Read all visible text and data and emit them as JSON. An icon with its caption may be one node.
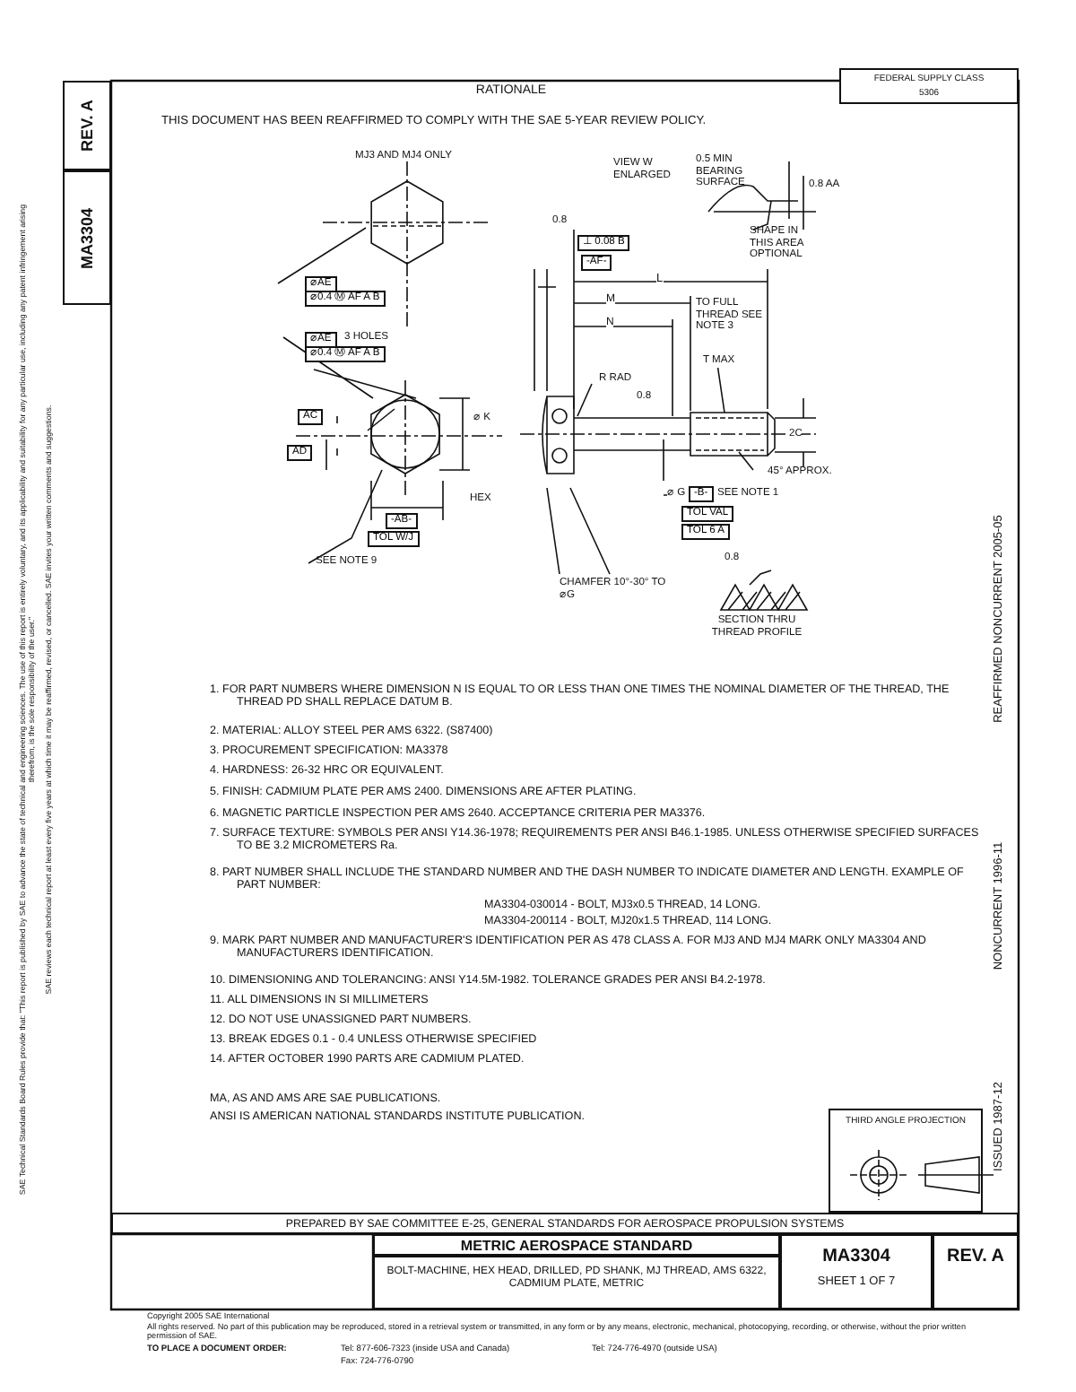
{
  "diagram": {
    "nodes": [
      {
        "text": [
          "REV. A"
        ]
      },
      {
        "text": [
          "MA3304"
        ]
      },
      {
        "text": [
          "FEDERAL SUPPLY CLASS",
          "5306"
        ]
      },
      {
        "text": [
          "THIRD ANGLE PROJECTION"
        ]
      },
      {
        "text": [
          "PREPARED BY SAE COMMITTEE E-25, GENERAL STANDARDS FOR AEROSPACE PROPULSION SYSTEMS"
        ]
      },
      {
        "text": [
          "METRIC AEROSPACE STANDARD"
        ]
      },
      {
        "text": [
          "BOLT-MACHINE, HEX HEAD, DRILLED, PD SHANK, MJ THREAD, AMS 6322, CADMIUM PLATE, METRIC"
        ]
      },
      {
        "text": [
          "MA3304",
          "SHEET 1 OF 7"
        ]
      },
      {
        "text": [
          "REV. A"
        ]
      }
    ],
    "labels": [
      "RATIONALE",
      "THIS DOCUMENT HAS BEEN REAFFIRMED TO COMPLY WITH THE SAE 5-YEAR REVIEW POLICY.",
      "MJ3 AND MJ4 ONLY",
      "VIEW W ENLARGED",
      "0.5 MIN BEARING SURFACE",
      "0.8 AA",
      "SHAPE IN THIS AREA OPTIONAL",
      "0.8",
      "⊥ 0.08 B",
      "-AF-",
      "⌀AE",
      "⌀0.4 Ⓜ AF A B",
      "L",
      "M",
      "N",
      "TO FULL THREAD SEE NOTE 3",
      "⌀AE",
      "3 HOLES",
      "⌀0.4 Ⓜ AF A B",
      "T MAX",
      "R RAD",
      "0.8",
      "AC",
      "⌀ K",
      "AD",
      "2C",
      "45° APPROX.",
      "⌀ G",
      "-B-",
      "SEE NOTE 1",
      "TOL VAL",
      "TOL 6 A",
      "HEX",
      "-AB-",
      "TOL W/J",
      "0.8",
      "SEE NOTE 9",
      "CHAMFER 10°-30° TO ⌀G",
      "SECTION THRU THREAD PROFILE",
      "1. FOR PART NUMBERS WHERE DIMENSION N IS EQUAL TO OR LESS THAN ONE TIMES THE NOMINAL DIAMETER OF THE THREAD, THE THREAD PD SHALL REPLACE DATUM B.",
      "2. MATERIAL: ALLOY STEEL PER AMS 6322. (S87400)",
      "3. PROCUREMENT SPECIFICATION: MA3378",
      "4. HARDNESS: 26-32 HRC OR EQUIVALENT.",
      "5. FINISH: CADMIUM PLATE PER AMS 2400. DIMENSIONS ARE AFTER PLATING.",
      "6. MAGNETIC PARTICLE INSPECTION PER AMS 2640. ACCEPTANCE CRITERIA PER MA3376.",
      "7. SURFACE TEXTURE: SYMBOLS PER ANSI Y14.36-1978; REQUIREMENTS PER ANSI B46.1-1985. UNLESS OTHERWISE SPECIFIED SURFACES TO BE 3.2 MICROMETERS Ra.",
      "8. PART NUMBER SHALL INCLUDE THE STANDARD NUMBER AND THE DASH NUMBER TO INDICATE DIAMETER AND LENGTH. EXAMPLE OF PART NUMBER:",
      "MA3304-030014 - BOLT, MJ3x0.5 THREAD, 14 LONG.",
      "MA3304-200114 - BOLT, MJ20x1.5 THREAD, 114 LONG.",
      "9. MARK PART NUMBER AND MANUFACTURER'S IDENTIFICATION PER AS 478 CLASS A. FOR MJ3 AND MJ4 MARK ONLY MA3304 AND MANUFACTURERS IDENTIFICATION.",
      "10. DIMENSIONING AND TOLERANCING: ANSI Y14.5M-1982. TOLERANCE GRADES PER ANSI B4.2-1978.",
      "11. ALL DIMENSIONS IN SI MILLIMETERS",
      "12. DO NOT USE UNASSIGNED PART NUMBERS.",
      "13. BREAK EDGES 0.1 - 0.4 UNLESS OTHERWISE SPECIFIED",
      "14. AFTER OCTOBER 1990 PARTS ARE CADMIUM PLATED.",
      "MA, AS AND AMS ARE SAE PUBLICATIONS.",
      "ANSI IS AMERICAN NATIONAL STANDARDS INSTITUTE PUBLICATION.",
      "ISSUED 1987-12",
      "NONCURRENT 1996-11",
      "REAFFIRMED NONCURRENT 2005-05",
      "SAE Technical Standards Board Rules provide that: \"This report is published by SAE to advance the state of technical and engineering sciences. The use of this report is entirely voluntary, and its applicability and suitability for any particular use, including any patent infringement arising therefrom, is the sole responsibility of the user.\"",
      "SAE reviews each technical report at least every five years at which time it may be reaffirmed, revised, or cancelled. SAE invites your written comments and suggestions.",
      "Copyright 2005 SAE International",
      "All rights reserved. No part of this publication may be reproduced, stored in a retrieval system or transmitted, in any form or by any means, electronic, mechanical, photocopying, recording, or otherwise, without the prior written permission of SAE.",
      "TO PLACE A DOCUMENT ORDER:",
      "Tel: 877-606-7323 (inside USA and Canada)",
      "Fax: 724-776-0790",
      "Tel: 724-776-4970 (outside USA)"
    ]
  }
}
